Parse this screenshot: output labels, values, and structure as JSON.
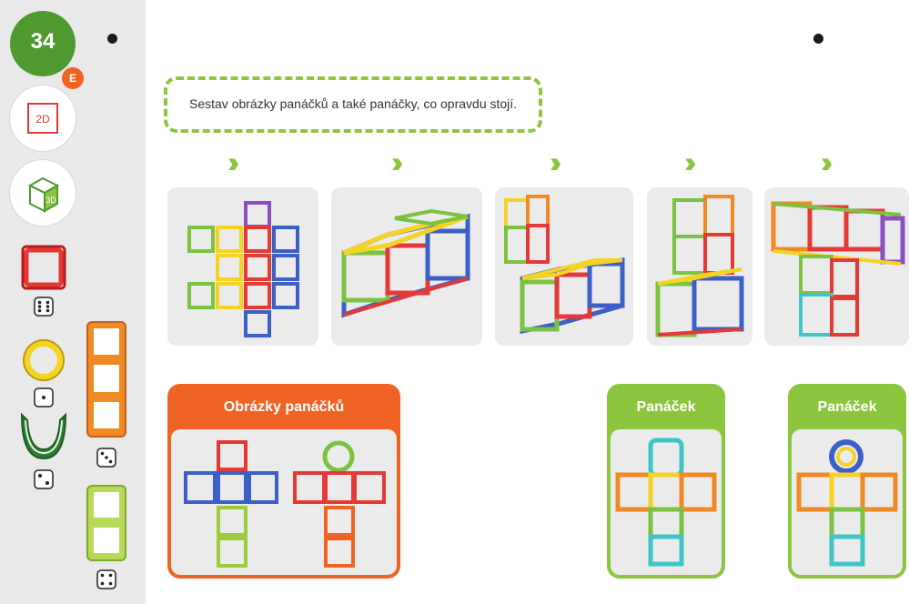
{
  "page_number": "34",
  "level_letter": "E",
  "sidebar": {
    "label_2d": "2D",
    "label_3d": "3D",
    "icons": [
      "2d-square-icon",
      "3d-cube-icon",
      "red-square-piece-icon",
      "yellow-circle-piece-icon",
      "green-arc-piece-icon",
      "orange-triple-square-piece-icon",
      "green-double-square-piece-icon",
      "die-icon"
    ]
  },
  "task": "Sestav obrázky panáčků a také panáčky, co opravdu stojí.",
  "panels": {
    "pictures_title": "Obrázky panáčků",
    "figure1_title": "Panáček",
    "figure2_title": "Panáček"
  },
  "colors": {
    "green": "#8cc63f",
    "dark_green": "#4e9a30",
    "orange": "#ef6424",
    "red": "#e53935",
    "yellow": "#f5d322",
    "blue": "#3c5fc8",
    "purple": "#8b4fc3"
  }
}
